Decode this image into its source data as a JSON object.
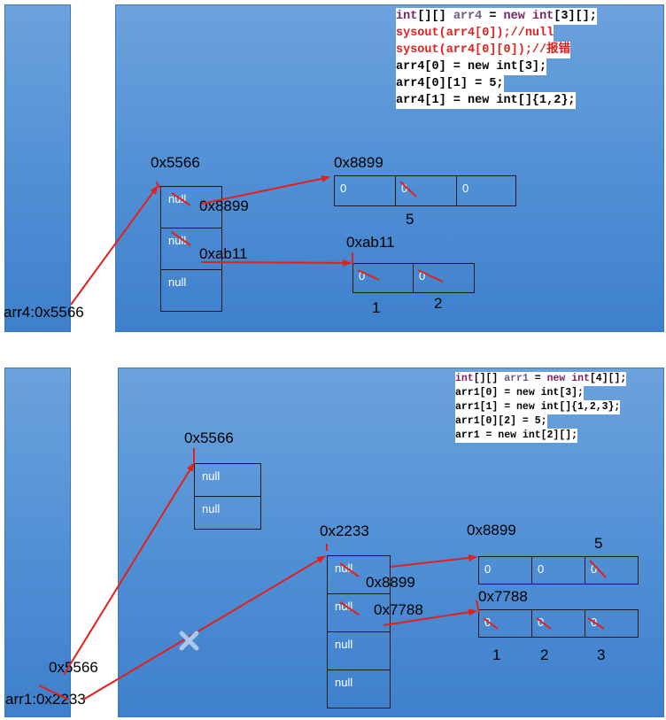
{
  "diagram1": {
    "code": [
      "int[][] arr4 = new int[3][];",
      "sysout(arr4[0]);//null",
      "sysout(arr4[0][0]);//报错",
      "arr4[0] = new int[3];",
      "arr4[0][1] = 5;",
      "arr4[1] = new int[]{1,2};"
    ],
    "stack_var": "arr4:0x5566",
    "outer_addr": "0x5566",
    "outer_cells": [
      "null",
      "null",
      "null"
    ],
    "row0_addr": "0x8899",
    "row0_cells": [
      "0",
      "0",
      "0"
    ],
    "row0_new_value": "5",
    "row1_addr": "0xab11",
    "row1_cells": [
      "0",
      "0"
    ],
    "row1_new_values": [
      "1",
      "2"
    ]
  },
  "diagram2": {
    "code": [
      "int[][] arr1 = new int[4][];",
      "arr1[0] = new int[3];",
      "arr1[1] = new int[]{1,2,3};",
      "arr1[0][2] = 5;",
      "arr1 = new int[2][];"
    ],
    "stack_new_addr": "0x5566",
    "stack_var": "arr1:0x2233",
    "new_addr": "0x5566",
    "new_cells": [
      "null",
      "null"
    ],
    "old_addr": "0x2233",
    "old_cells": [
      "null",
      "null",
      "null",
      "null"
    ],
    "row0_addr": "0x8899",
    "row0_cells": [
      "0",
      "0",
      "0"
    ],
    "row0_new_value": "5",
    "row1_addr": "0x7788",
    "row1_cells": [
      "0",
      "0",
      "0"
    ],
    "row1_new_values": [
      "1",
      "2",
      "3"
    ]
  },
  "colors": {
    "arrow": "#e3201b",
    "panel": "#4f8fd5",
    "cross": "#a9c8ea"
  }
}
